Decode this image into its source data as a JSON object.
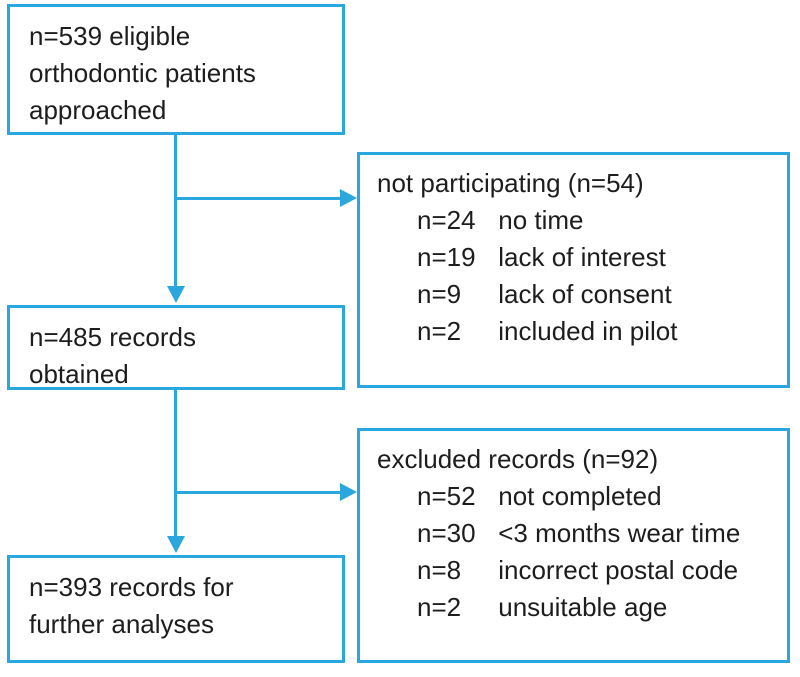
{
  "colors": {
    "accent": "#29a7de",
    "text": "#1d1d1d",
    "background": "#ffffff"
  },
  "flowchart": {
    "main_boxes": [
      {
        "id": "eligible-approached",
        "lines": [
          "n=539 eligible",
          "orthodontic patients",
          "approached"
        ]
      },
      {
        "id": "records-obtained",
        "lines": [
          "n=485 records",
          "obtained"
        ]
      },
      {
        "id": "records-analyses",
        "lines": [
          "n=393 records for",
          "further analyses"
        ]
      }
    ],
    "side_boxes": [
      {
        "id": "not-participating",
        "title": "not participating (n=54)",
        "items": [
          {
            "count": "n=24",
            "reason": "no time"
          },
          {
            "count": "n=19",
            "reason": "lack of interest"
          },
          {
            "count": "n=9",
            "reason": "lack of consent"
          },
          {
            "count": "n=2",
            "reason": "included in pilot"
          }
        ]
      },
      {
        "id": "excluded-records",
        "title": "excluded records (n=92)",
        "items": [
          {
            "count": "n=52",
            "reason": "not completed"
          },
          {
            "count": "n=30",
            "reason": "<3 months wear time"
          },
          {
            "count": "n=8",
            "reason": "incorrect postal code"
          },
          {
            "count": "n=2",
            "reason": "unsuitable age"
          }
        ]
      }
    ]
  }
}
